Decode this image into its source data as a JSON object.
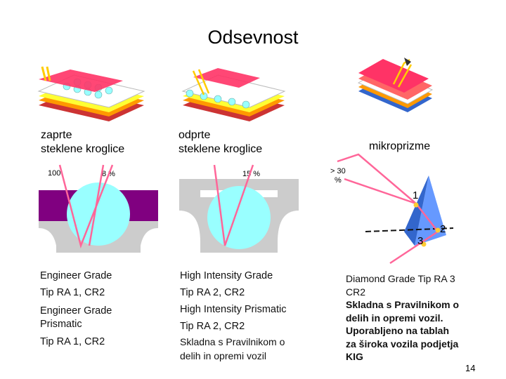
{
  "title": "Odsevnost",
  "columns": [
    {
      "header_line1": "zaprte",
      "header_line2": "steklene kroglice",
      "label_a_line1": "100",
      "label_a_line2": "%",
      "label_b": "8 %",
      "desc": [
        "Engineer Grade",
        "Tip RA 1, CR2",
        "Engineer Grade",
        "Prismatic",
        "Tip RA 1, CR2"
      ]
    },
    {
      "header_line1": "odprte",
      "header_line2": "steklene kroglice",
      "label_a": "15 %",
      "desc": [
        "High Intensity Grade",
        "Tip RA 2, CR2",
        "High Intensity Prismatic",
        "Tip RA 2, CR2",
        "Skladna s Pravilnikom o",
        "delih in opremi vozil"
      ]
    },
    {
      "header": "mikroprizme",
      "label_a_line1": "> 30",
      "label_a_line2": "%",
      "marker_1": "1",
      "marker_2": "2",
      "marker_3": "3",
      "desc": [
        "Diamond Grade Tip RA 3",
        "CR2",
        "Skladna s Pravilnikom o",
        "delih in opremi vozil.",
        "Uporabljeno na tablah",
        "za široka vozila podjetja",
        "KIG"
      ]
    }
  ],
  "page_number": "14",
  "colors": {
    "purple": "#800080",
    "cyan": "#99ffff",
    "gray": "#cccccc",
    "pink": "#ff66cc",
    "ray": "#ff6699",
    "prism_blue": "#6699ff",
    "marker_yellow": "#ffcc33"
  }
}
